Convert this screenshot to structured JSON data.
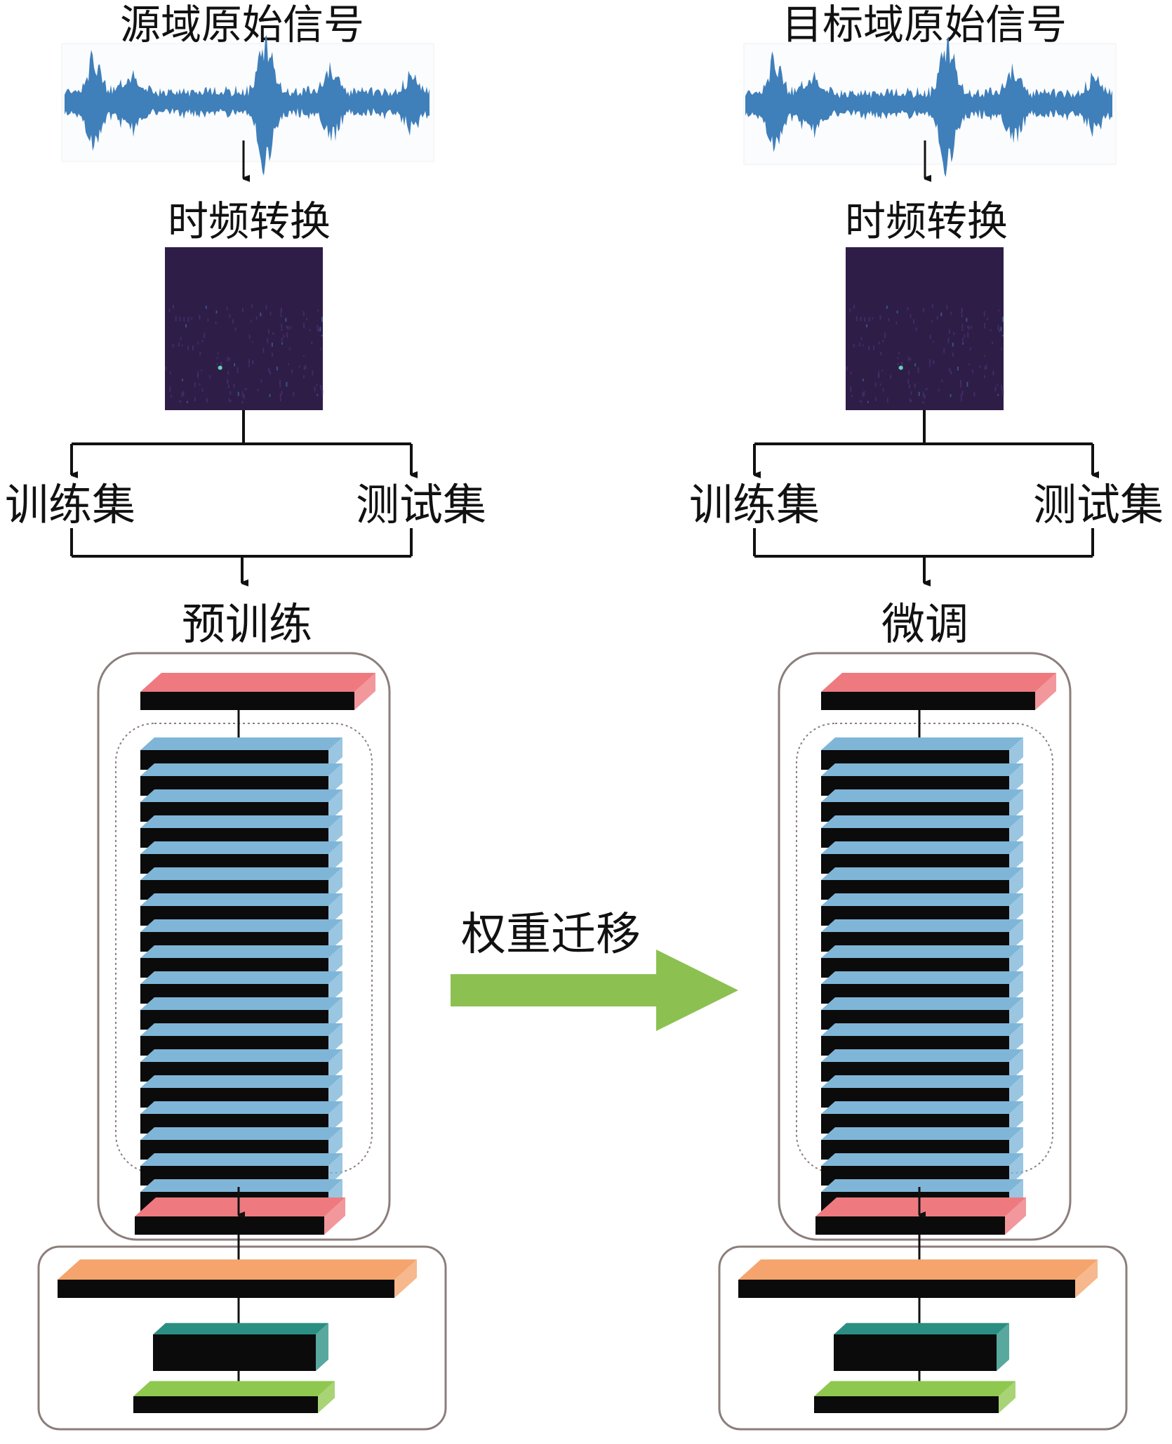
{
  "left": {
    "signal_label": "源域原始信号",
    "transform_label": "时频转换",
    "train_label": "训练集",
    "test_label": "测试集",
    "stage_label": "预训练"
  },
  "right": {
    "signal_label": "目标域原始信号",
    "transform_label": "时频转换",
    "train_label": "训练集",
    "test_label": "测试集",
    "stage_label": "微调"
  },
  "transfer_label": "权重迁移",
  "colors": {
    "waveform": "#3f7fba",
    "spectrogram": "#2e1d47",
    "input_layer": "#ee7a80",
    "stack_layer": "#7fb6d8",
    "fc_layer_1": "#f4a46c",
    "fc_layer_2": "#2a8f82",
    "output_layer": "#8fc84f",
    "transfer_arrow": "#8cc152",
    "frame": "#8b7e7b"
  },
  "icons": {
    "transfer_arrow": "arrow-right-icon"
  }
}
